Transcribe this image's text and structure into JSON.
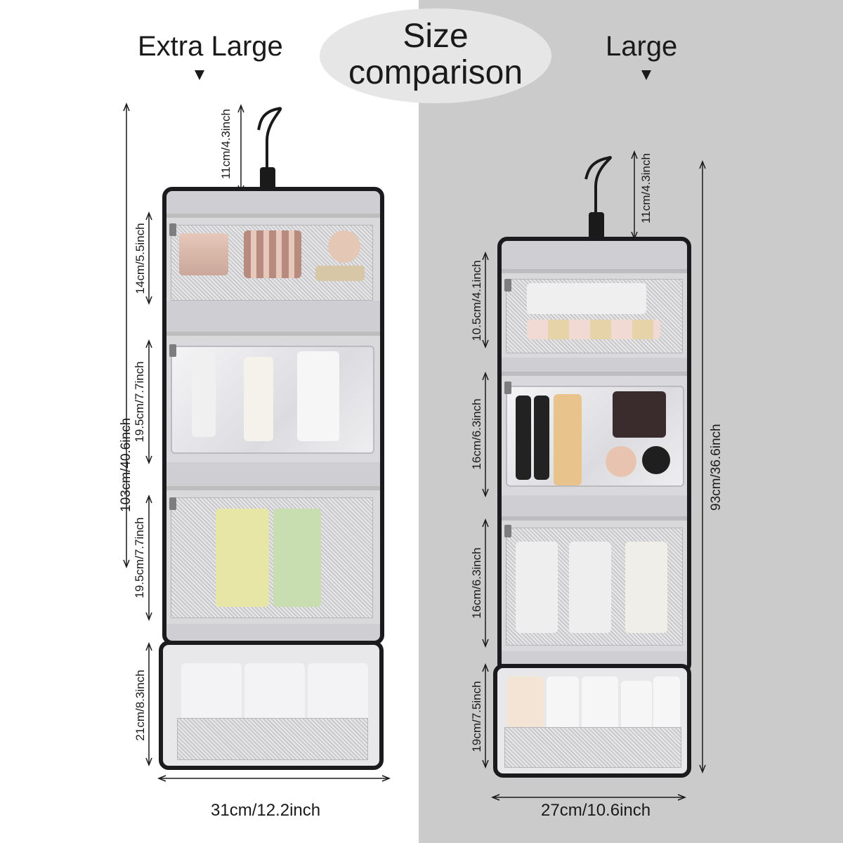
{
  "header": {
    "left_title": "Extra Large",
    "right_title": "Large",
    "center_title_line1": "Size",
    "center_title_line2": "comparison"
  },
  "extra_large": {
    "hook_height": "11cm/4.3inch",
    "pocket1": "14cm/5.5inch",
    "pocket2": "19.5cm/7.7inch",
    "pocket3": "19.5cm/7.7inch",
    "pocket4": "21cm/8.3inch",
    "total_height": "103cm/40.6inch",
    "width": "31cm/12.2inch"
  },
  "large": {
    "hook_height": "11cm/4.3inch",
    "pocket1": "10.5cm/4.1inch",
    "pocket2": "16cm/6.3inch",
    "pocket3": "16cm/6.3inch",
    "pocket4": "19cm/7.5inch",
    "total_height": "93cm/36.6inch",
    "width": "27cm/10.6inch"
  },
  "colors": {
    "right_background": "#cbcbcb",
    "bag_frame": "#1b1b1d",
    "lining": "#d9d9db"
  }
}
